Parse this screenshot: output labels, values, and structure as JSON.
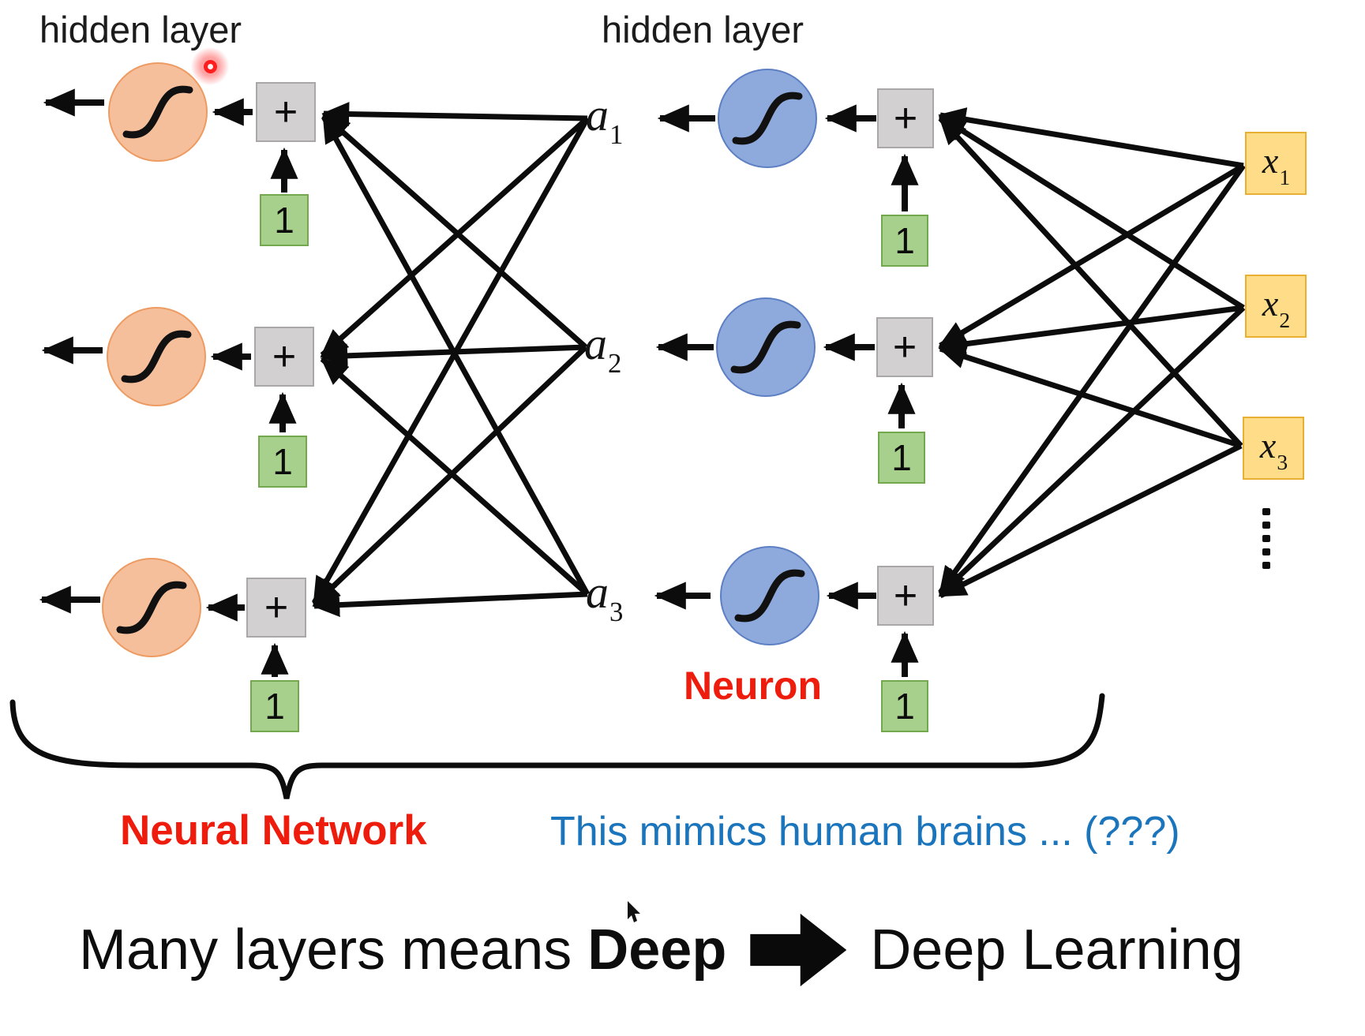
{
  "labels": {
    "hidden_layer_left": "hidden layer",
    "hidden_layer_right": "hidden layer",
    "neuron": "Neuron",
    "neural_network": "Neural Network",
    "mimics_note": "This mimics human brains ... (???)",
    "bottom_prefix": "Many layers means",
    "bottom_bold": "Deep",
    "bottom_suffix": "Deep Learning"
  },
  "nodes": {
    "sum_symbol": "+",
    "bias_value": "1",
    "activations": [
      {
        "base": "a",
        "sub": "1"
      },
      {
        "base": "a",
        "sub": "2"
      },
      {
        "base": "a",
        "sub": "3"
      }
    ],
    "inputs": [
      {
        "base": "x",
        "sub": "1"
      },
      {
        "base": "x",
        "sub": "2"
      },
      {
        "base": "x",
        "sub": "3"
      }
    ]
  },
  "icons": {
    "neuron_activation": "sigmoid-curve-icon",
    "pointer": "laser-pointer-dot",
    "flow": "left-arrow",
    "implies": "block-right-arrow-icon",
    "more_inputs": "vertical-ellipsis"
  },
  "colors": {
    "orange_fill": "#f6bf9b",
    "orange_border": "#ed9b62",
    "blue_fill": "#8ea9db",
    "blue_border": "#5d7fc4",
    "gray_fill": "#d2d0d0",
    "gray_border": "#a9a7a7",
    "green_fill": "#a8d08d",
    "green_border": "#74a84e",
    "yellow_fill": "#ffdc87",
    "yellow_border": "#e9af32",
    "red_text": "#ee1c0c",
    "blue_text": "#1b75bc",
    "ink": "#111111",
    "bg": "#ffffff"
  }
}
